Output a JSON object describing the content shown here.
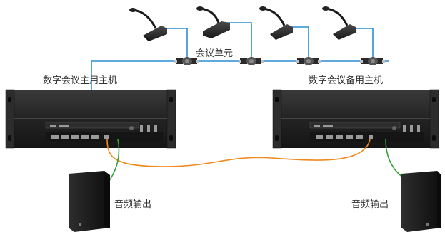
{
  "labels": {
    "conference_units": "会议单元",
    "primary_host": "数字会议主用主机",
    "backup_host": "数字会议备用主机",
    "audio_out_left": "音频输出",
    "audio_out_right": "音频输出"
  },
  "colors": {
    "data_cable": "#2a8fd6",
    "link_cable": "#ee8a1e",
    "audio_cable": "#35a13a",
    "device_dark": "#1e1e1e",
    "text": "#333333"
  },
  "icons": {
    "microphone": "gooseneck-microphone-unit",
    "connector": "t-connector",
    "host": "rack-mount-host",
    "speaker": "loudspeaker-cabinet"
  }
}
